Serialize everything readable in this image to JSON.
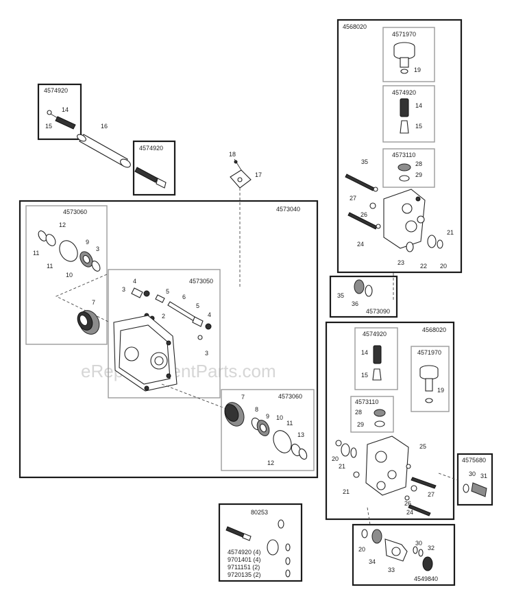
{
  "watermark": "eReplacementParts.com",
  "kits": {
    "top_left_valve": "4574920",
    "valve_small": "4574920",
    "pump_assembly": "4573040",
    "seal_kit_left": "4573060",
    "piston_kit": "4573050",
    "seal_kit_right": "4573060",
    "manifold_top": "4568020",
    "unloader_top": "4571970",
    "valve_top": "4574920",
    "check_top": "4573110",
    "plug_kit": "4573090",
    "manifold_bottom": "4568020",
    "valve_bottom": "4574920",
    "unloader_bottom": "4571970",
    "check_bottom": "4573110",
    "side_kit": "4575680",
    "kit_80253": "80253",
    "chem_kit": "4549840"
  },
  "kit_80253_contents": [
    "4574920 (4)",
    "9701401 (4)",
    "9711151 (2)",
    "9720135 (2)"
  ],
  "callouts": {
    "c14a": "14",
    "c15a": "15",
    "c16": "16",
    "c18": "18",
    "c17": "17",
    "c12a": "12",
    "c11a": "11",
    "c9a": "9",
    "c3a": "3",
    "c11b": "11",
    "c10a": "10",
    "c7a": "7",
    "c3b": "3",
    "c4a": "4",
    "c5a": "5",
    "c6": "6",
    "c2": "2",
    "c5b": "5",
    "c4b": "4",
    "c3c": "3",
    "c7b": "7",
    "c8": "8",
    "c9b": "9",
    "c10b": "10",
    "c11c": "11",
    "c13": "13",
    "c12b": "12",
    "c19a": "19",
    "c14b": "14",
    "c15b": "15",
    "c28a": "28",
    "c29a": "29",
    "c35a": "35",
    "c27a": "27",
    "c26a": "26",
    "c24a": "24",
    "c23": "23",
    "c21a": "21",
    "c22": "22",
    "c20a": "20",
    "c35b": "35",
    "c36": "36",
    "c14c": "14",
    "c15c": "15",
    "c19b": "19",
    "c28b": "28",
    "c29b": "29",
    "c20b": "20",
    "c21b": "21",
    "c21c": "21",
    "c25": "25",
    "c27b": "27",
    "c26b": "26",
    "c24b": "24",
    "c30a": "30",
    "c31": "31",
    "c20c": "20",
    "c34": "34",
    "c33": "33",
    "c30b": "30",
    "c32": "32"
  }
}
